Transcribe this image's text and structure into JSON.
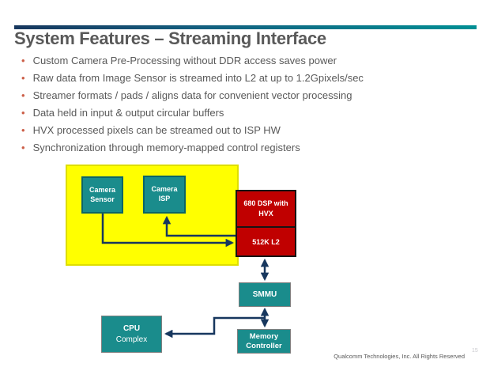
{
  "slide": {
    "title": "System Features – Streaming Interface",
    "footer": "Qualcomm Technologies, Inc. All Rights Reserved",
    "page_number": "15"
  },
  "bullets": [
    "Custom Camera Pre-Processing without DDR access saves power",
    "Raw data from Image Sensor is streamed into L2 at up to 1.2Gpixels/sec",
    "Streamer formats / pads / aligns data for convenient vector processing",
    "Data held in input & output circular buffers",
    "HVX processed pixels can be streamed out to ISP HW",
    "Synchronization through memory-mapped control registers"
  ],
  "bullet_marker": "•",
  "diagram": {
    "camera_sensor": "Camera\nSensor",
    "camera_isp": "Camera\nISP",
    "dsp": "680 DSP with\nHVX",
    "l2": "512K L2",
    "smmu": "SMMU",
    "cpu_line1": "CPU",
    "cpu_line2": "Complex",
    "memory_controller": "Memory\nController"
  },
  "colors": {
    "accent_bar_left": "#17375E",
    "accent_bar_right": "#008F94",
    "teal_box": "#1A8C8C",
    "red_box": "#C00000",
    "yellow_highlight": "#FFFF00",
    "arrow": "#17375E",
    "bullet_dot": "#CC5F48",
    "title_text": "#595959"
  }
}
